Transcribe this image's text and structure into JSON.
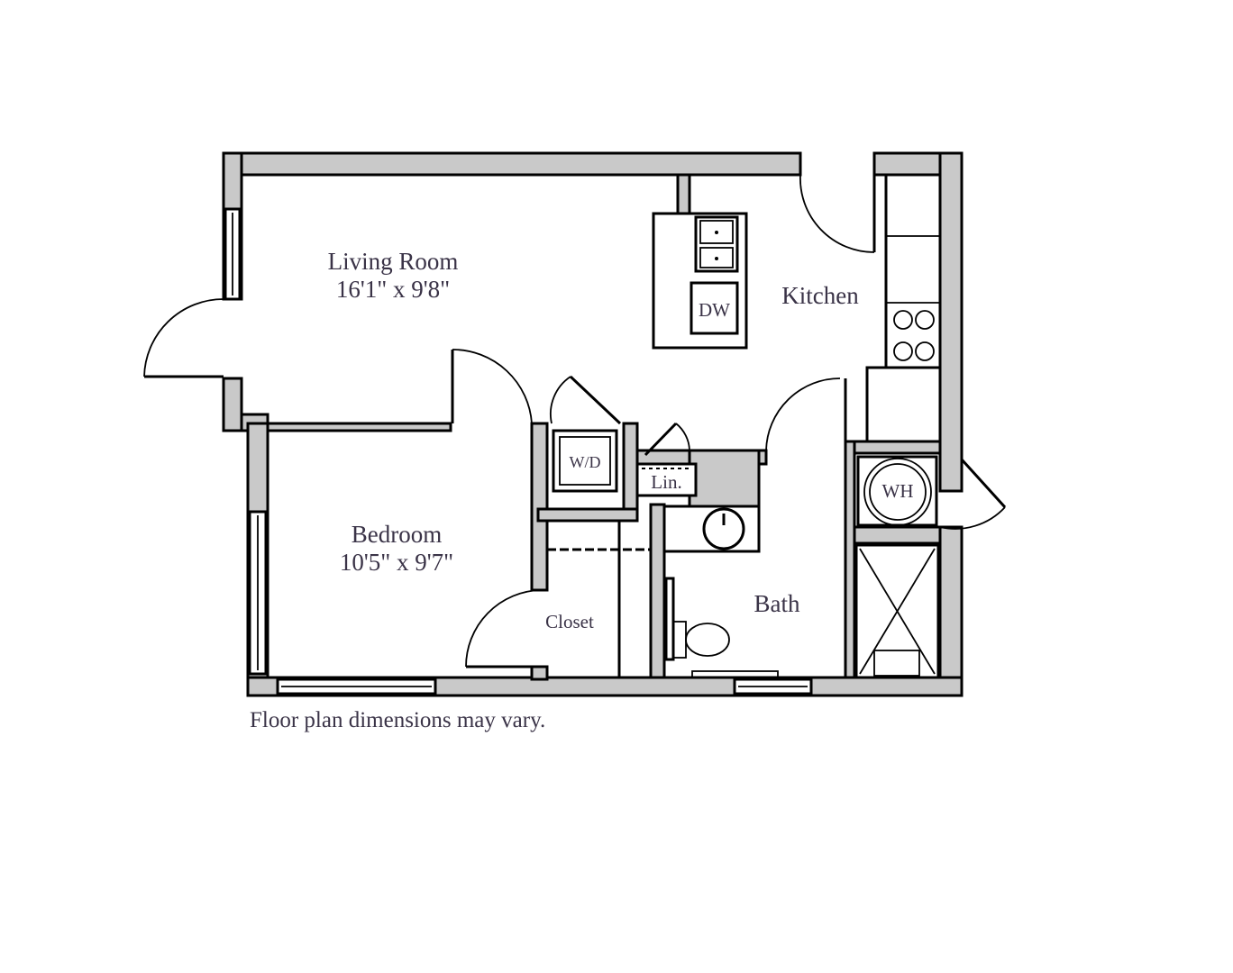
{
  "rooms": {
    "living_room": {
      "name": "Living Room",
      "dimensions": "16'1\" x 9'8\""
    },
    "bedroom": {
      "name": "Bedroom",
      "dimensions": "10'5\" x 9'7\""
    },
    "kitchen": {
      "name": "Kitchen"
    },
    "bath": {
      "name": "Bath"
    },
    "closet": {
      "name": "Closet"
    }
  },
  "fixtures": {
    "dishwasher": "DW",
    "washer_dryer": "W/D",
    "linen": "Lin.",
    "water_heater": "WH"
  },
  "footnote": "Floor plan dimensions may vary."
}
